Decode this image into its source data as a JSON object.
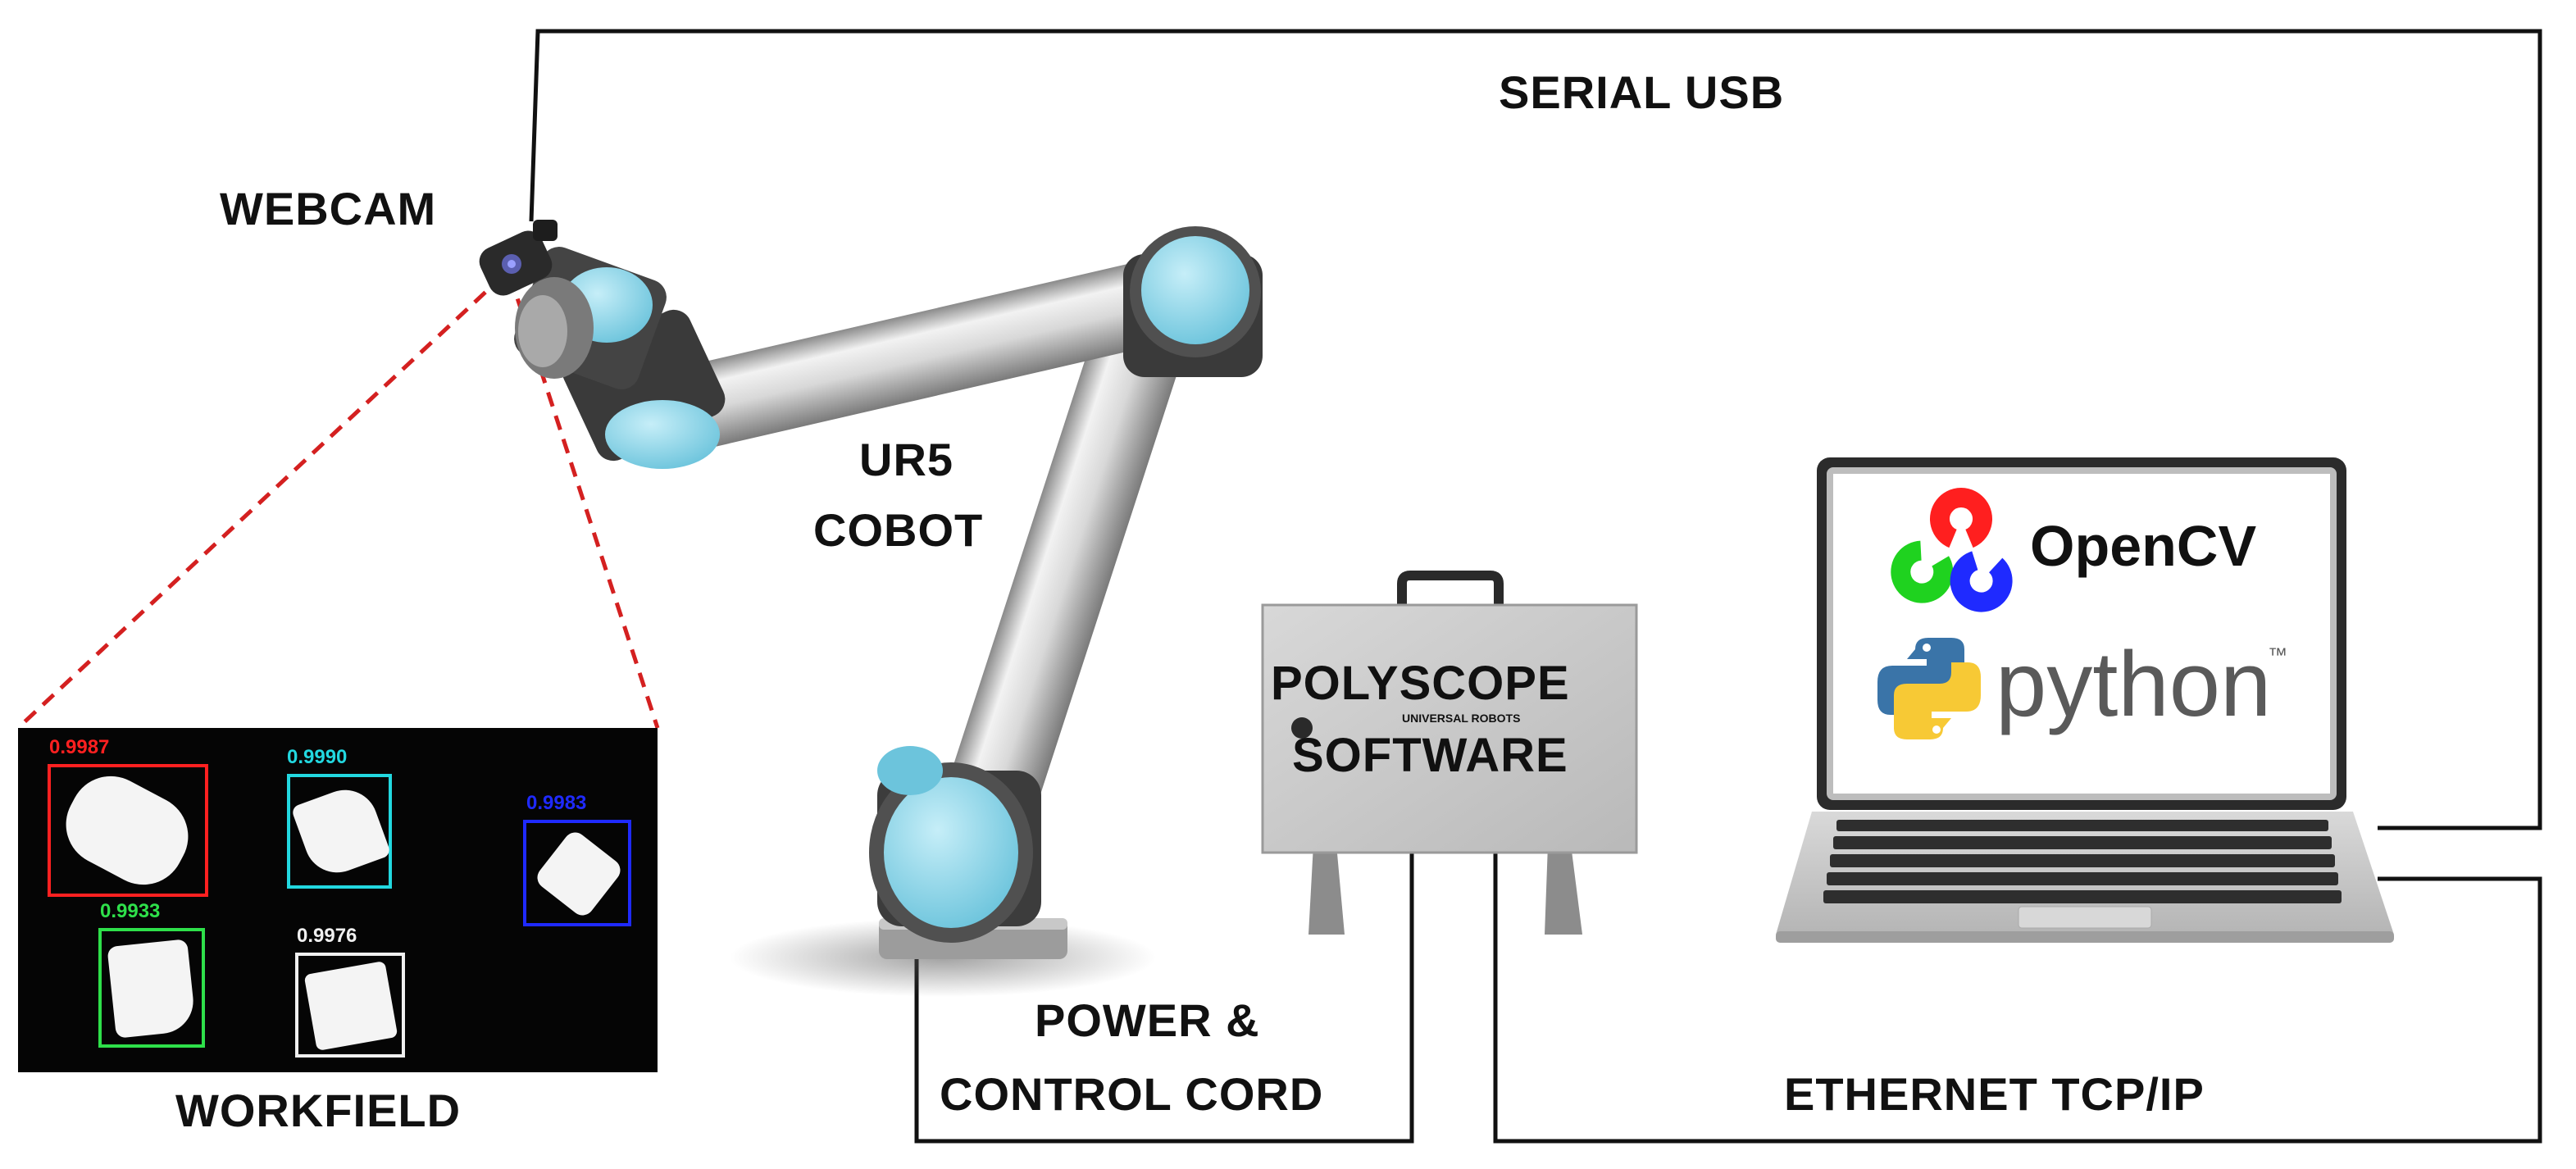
{
  "labels": {
    "serial_usb": "SERIAL USB",
    "webcam": "WEBCAM",
    "ur5_line1": "UR5",
    "ur5_line2": "COBOT",
    "polyscope_line1": "POLYSCOPE",
    "polyscope_line2": "SOFTWARE",
    "polyscope_brand": "UNIVERSAL ROBOTS",
    "power_line1": "POWER &",
    "power_line2": "CONTROL CORD",
    "ethernet": "ETHERNET TCP/IP",
    "workfield": "WORKFIELD"
  },
  "screen": {
    "opencv": "OpenCV",
    "python": "python",
    "tm": "™"
  },
  "detections": [
    {
      "score": "0.9987",
      "color": "#ff2020"
    },
    {
      "score": "0.9990",
      "color": "#22d8e0"
    },
    {
      "score": "0.9983",
      "color": "#1f2aff"
    },
    {
      "score": "0.9933",
      "color": "#2ee04a"
    },
    {
      "score": "0.9976",
      "color": "#f0f0f0"
    }
  ],
  "colors": {
    "joint_cap": "#8fd6ea",
    "dashed_fov": "#d42020",
    "opencv_red": "#ff1f1f",
    "opencv_green": "#1fd21f",
    "opencv_blue": "#1f2aff",
    "python_blue": "#3a74a8",
    "python_yellow": "#f7c935"
  }
}
